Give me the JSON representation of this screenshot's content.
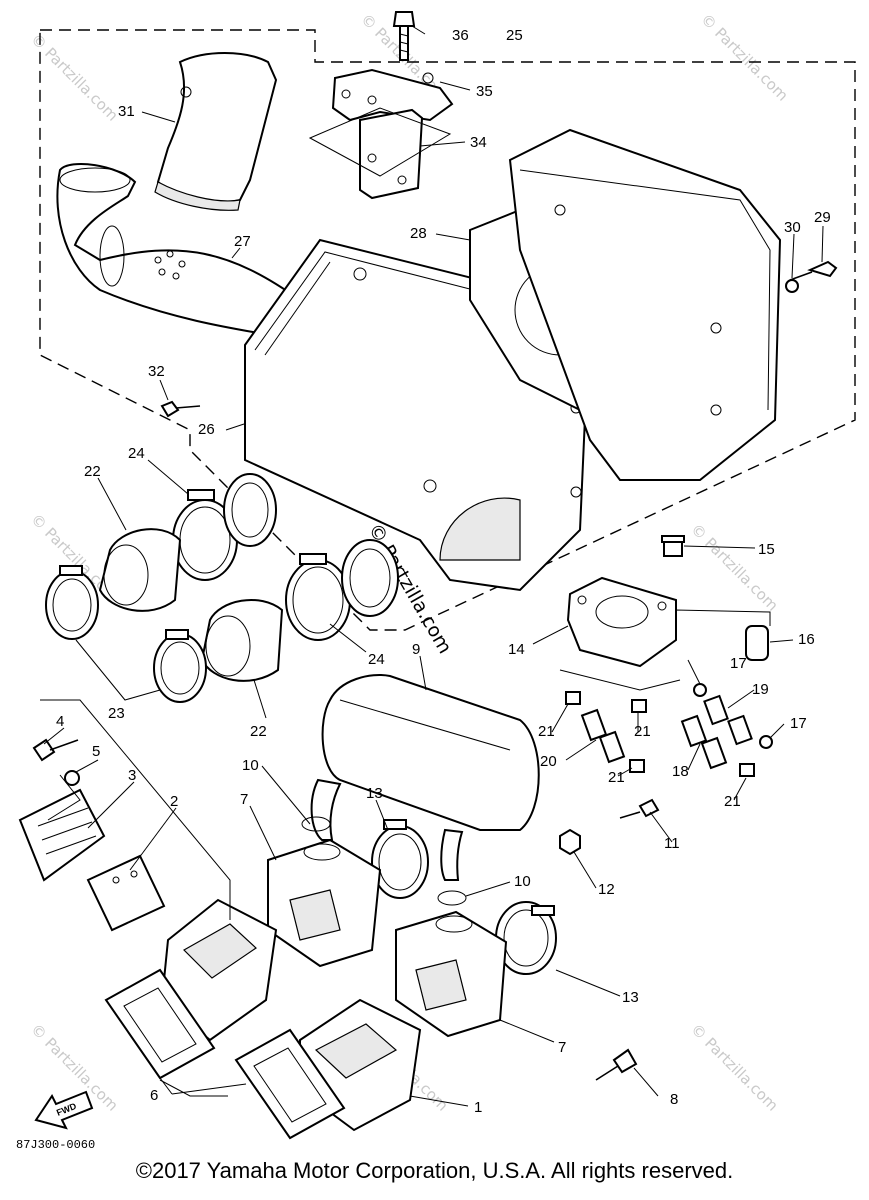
{
  "diagram": {
    "callouts": {
      "p1": "1",
      "p2": "2",
      "p3": "3",
      "p4": "4",
      "p5": "5",
      "p6": "6",
      "p7a": "7",
      "p7b": "7",
      "p8": "8",
      "p9": "9",
      "p10a": "10",
      "p10b": "10",
      "p11": "11",
      "p12": "12",
      "p13a": "13",
      "p13b": "13",
      "p14": "14",
      "p15": "15",
      "p16": "16",
      "p17a": "17",
      "p17b": "17",
      "p18": "18",
      "p19": "19",
      "p20": "20",
      "p21a": "21",
      "p21b": "21",
      "p21c": "21",
      "p21d": "21",
      "p22a": "22",
      "p22b": "22",
      "p23": "23",
      "p24a": "24",
      "p24b": "24",
      "p25": "25",
      "p26": "26",
      "p27": "27",
      "p28": "28",
      "p29": "29",
      "p30": "30",
      "p31": "31",
      "p32": "32",
      "p34": "34",
      "p35": "35",
      "p36": "36"
    },
    "watermark": "© Partzilla.com",
    "doc_code": "87J300-0060",
    "fwd_label": "FWD"
  },
  "copyright": "©2017 Yamaha Motor Corporation, U.S.A. All rights reserved."
}
